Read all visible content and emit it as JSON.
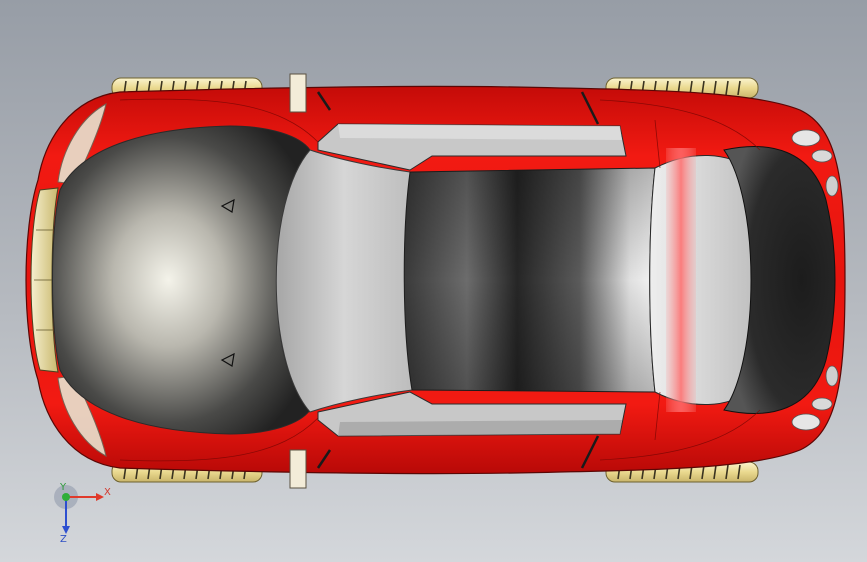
{
  "viewport": {
    "background_top": "#9aa0a8",
    "background_bottom": "#d3d6da"
  },
  "model": {
    "body_color": "#e0140f",
    "glass_color": "#c9c9c9",
    "roof_color": "#2b2b2b",
    "tire_color": "#eee3b0"
  },
  "triad": {
    "x_label": "X",
    "y_label": "Y",
    "z_label": "Z",
    "x_color": "#e03a2b",
    "y_color": "#2fae3a",
    "z_color": "#2d4fd0"
  }
}
